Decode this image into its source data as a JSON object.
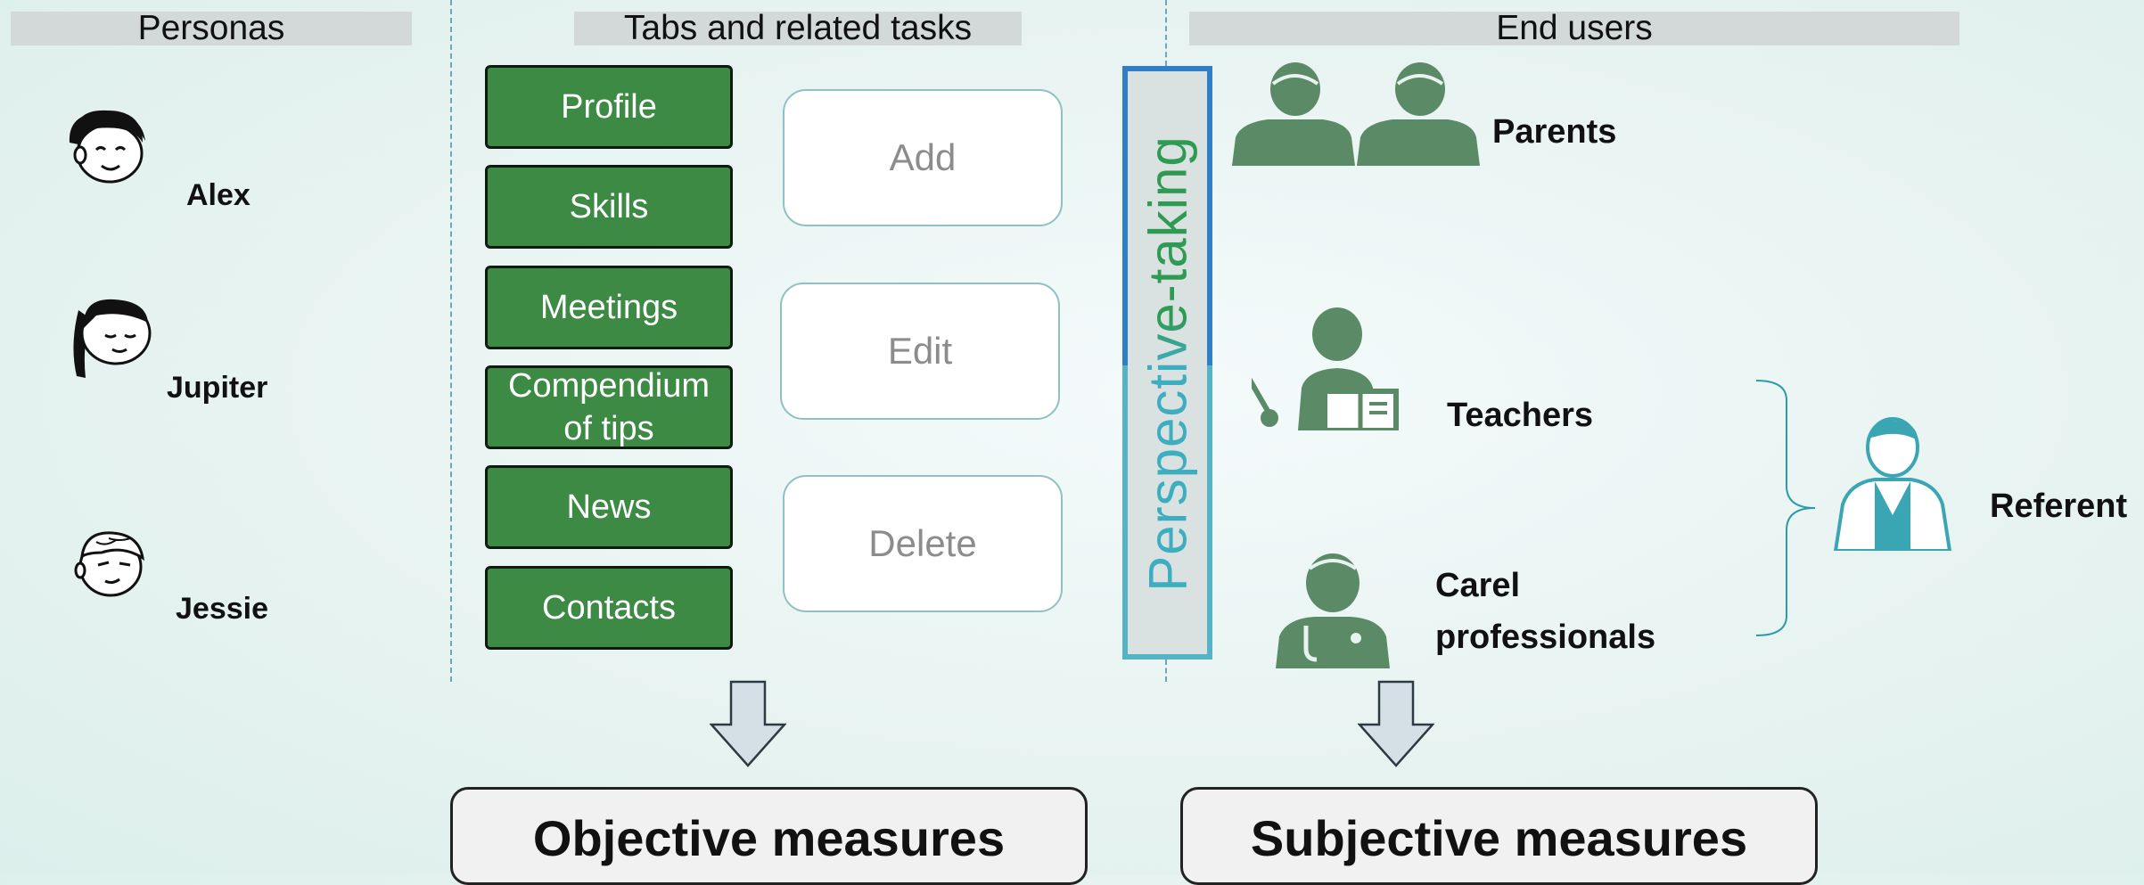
{
  "headers": {
    "personas": "Personas",
    "tabs": "Tabs and related tasks",
    "end_users": "End users"
  },
  "personas": [
    {
      "name": "Alex",
      "icon": "boy-face-icon"
    },
    {
      "name": "Jupiter",
      "icon": "girl-face-icon"
    },
    {
      "name": "Jessie",
      "icon": "child-face-icon"
    }
  ],
  "tabs": [
    "Profile",
    "Skills",
    "Meetings",
    "Compendium of tips",
    "News",
    "Contacts"
  ],
  "actions": [
    "Add",
    "Edit",
    "Delete"
  ],
  "perspective_label": "Perspective-taking",
  "end_users": {
    "parents": "Parents",
    "teachers": "Teachers",
    "care_professionals": "Carel professionals",
    "referent": "Referent"
  },
  "measures": {
    "objective": "Objective measures",
    "subjective": "Subjective measures"
  },
  "colors": {
    "tab_green": "#3d8a45",
    "icon_green": "#5b8a66",
    "teal": "#3dadc0",
    "blue": "#2f7fc7"
  }
}
